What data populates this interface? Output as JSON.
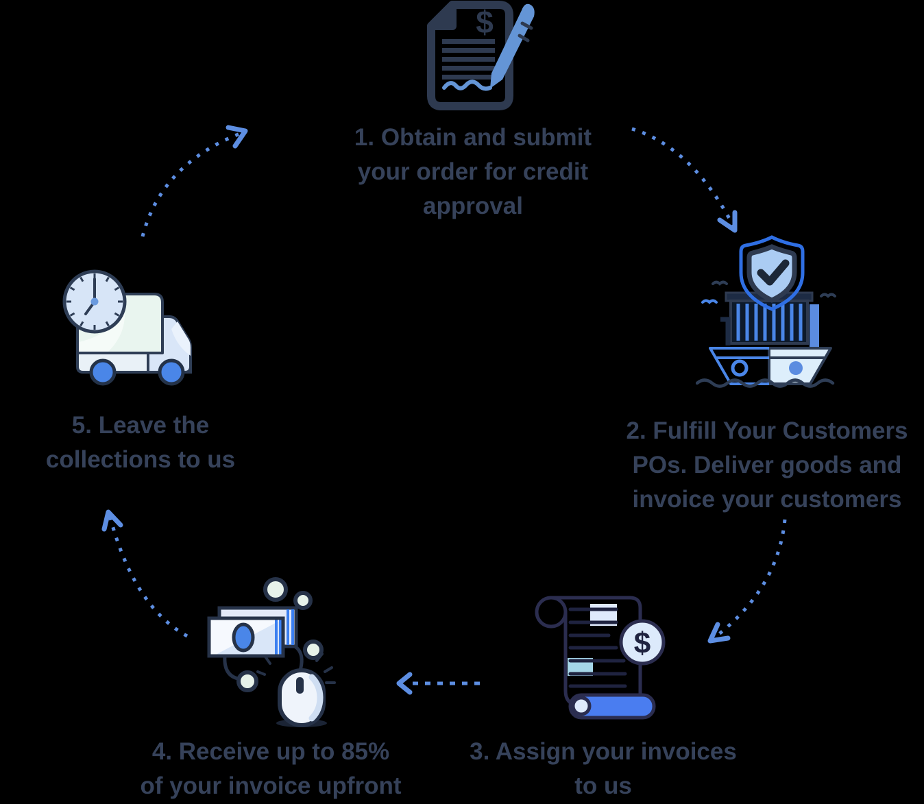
{
  "colors": {
    "background": "#000000",
    "text": "#36425a",
    "arrow": "#5d8ee2",
    "navy": "#2e3a50",
    "indigo": "#2b2d4f",
    "blue": "#4a86e8",
    "bright_blue": "#4a7df0",
    "pen_blue": "#6495d6",
    "light_blue": "#abccf3",
    "pale_blue": "#dfeafc",
    "cyan": "#a5d6e8",
    "mint": "#e9f5ef"
  },
  "icon_glyphs": {
    "dollar": "$"
  },
  "steps": [
    {
      "number": "1",
      "icon": "contract-signing-icon",
      "label": "1. Obtain and submit your order for credit approval",
      "lines": [
        "1. Obtain and submit",
        "your order for credit",
        "approval"
      ]
    },
    {
      "number": "2",
      "icon": "cargo-ship-approved-icon",
      "label": "2. Fulfill Your Customers POs. Deliver goods and invoice your customers",
      "lines": [
        "2. Fulfill Your Customers",
        "POs. Deliver goods and",
        "invoice your customers"
      ]
    },
    {
      "number": "3",
      "icon": "invoice-scroll-dollar-icon",
      "label": "3. Assign your invoices to us",
      "lines": [
        "3. Assign your invoices",
        "to us"
      ]
    },
    {
      "number": "4",
      "icon": "cash-payment-mouse-icon",
      "label": "4. Receive up to 85% of your invoice upfront",
      "lines": [
        "4. Receive up to 85%",
        "of your invoice upfront"
      ]
    },
    {
      "number": "5",
      "icon": "delivery-truck-clock-icon",
      "label": "5. Leave the collections to us",
      "lines": [
        "5. Leave the",
        "collections to us"
      ]
    }
  ]
}
